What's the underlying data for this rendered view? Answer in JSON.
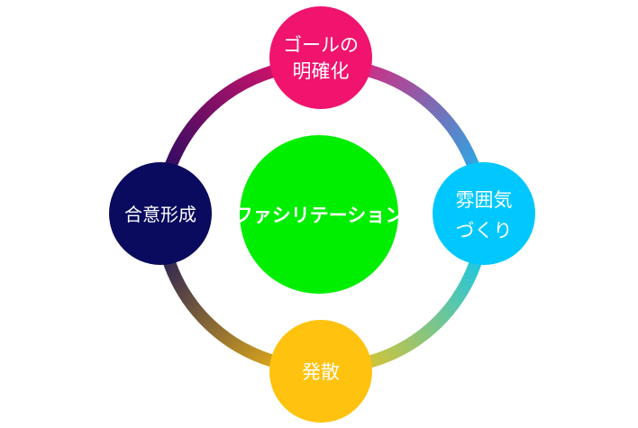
{
  "diagram": {
    "center": {
      "label": "ファシリテーション",
      "color": "#00ee00"
    },
    "nodes": [
      {
        "id": "goal",
        "lines": [
          "ゴールの",
          "明確化"
        ],
        "color": "#f0146e"
      },
      {
        "id": "atmosphere",
        "lines": [
          "雰囲気",
          "づくり"
        ],
        "color": "#00c8ff"
      },
      {
        "id": "divergence",
        "lines": [
          "発散"
        ],
        "color": "#ffc20e"
      },
      {
        "id": "consensus",
        "lines": [
          "合意形成"
        ],
        "color": "#0a0a5e"
      }
    ]
  }
}
